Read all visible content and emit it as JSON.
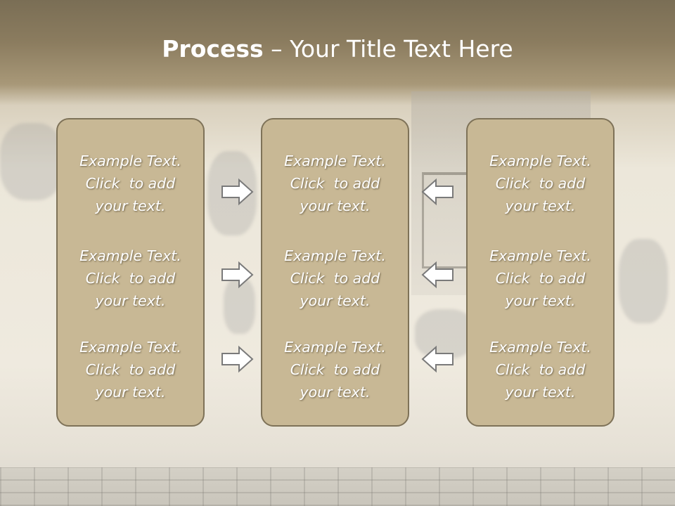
{
  "slide": {
    "title_bold": "Process",
    "title_rest": " – Your Title Text Here"
  },
  "panels": [
    {
      "items": [
        {
          "line1": "Example Text.",
          "line2": "Click  to add",
          "line3": "your text."
        },
        {
          "line1": "Example Text.",
          "line2": "Click  to add",
          "line3": "your text."
        },
        {
          "line1": "Example Text.",
          "line2": "Click  to add",
          "line3": "your text."
        }
      ]
    },
    {
      "items": [
        {
          "line1": "Example Text.",
          "line2": "Click  to add",
          "line3": "your text."
        },
        {
          "line1": "Example Text.",
          "line2": "Click  to add",
          "line3": "your text."
        },
        {
          "line1": "Example Text.",
          "line2": "Click  to add",
          "line3": "your text."
        }
      ]
    },
    {
      "items": [
        {
          "line1": "Example Text.",
          "line2": "Click  to add",
          "line3": "your text."
        },
        {
          "line1": "Example Text.",
          "line2": "Click  to add",
          "line3": "your text."
        },
        {
          "line1": "Example Text.",
          "line2": "Click  to add",
          "line3": "your text."
        }
      ]
    }
  ],
  "icons": {
    "left_arrows": "arrow-right-icon",
    "right_arrows": "arrow-left-icon"
  },
  "colors": {
    "panel_fill": "#c8b895",
    "panel_border": "#7e7258",
    "arrow_fill": "#ffffff",
    "arrow_stroke": "#7a7a7a"
  }
}
